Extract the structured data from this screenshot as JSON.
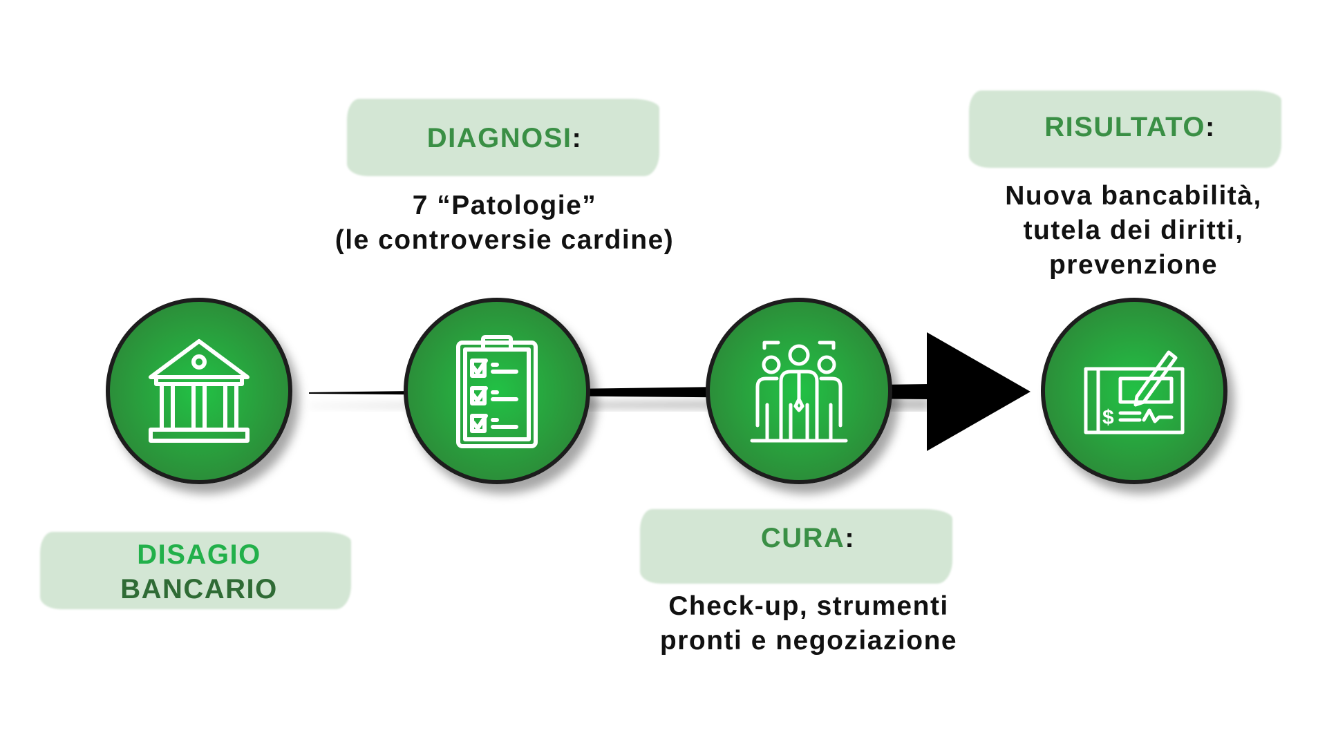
{
  "steps": [
    {
      "title": "DISAGIO",
      "title2": "BANCARIO",
      "icon": "bank-icon"
    },
    {
      "title": "DIAGNOSI",
      "colon": ":",
      "desc": [
        "7 “Patologie”",
        "(le controversie cardine)"
      ],
      "icon": "clipboard-checklist-icon"
    },
    {
      "title": "CURA",
      "colon": ":",
      "desc": [
        "Check-up, strumenti",
        "pronti e negoziazione"
      ],
      "icon": "team-icon"
    },
    {
      "title": "RISULTATO",
      "colon": ":",
      "desc": [
        "Nuova bancabilità,",
        "tutela dei diritti,",
        "prevenzione"
      ],
      "icon": "signed-check-icon"
    }
  ],
  "colors": {
    "title_green": "#3a8f45",
    "bright_green": "#22b04a",
    "dark_green": "#2f6b35",
    "brush": "#d3e6d4"
  }
}
